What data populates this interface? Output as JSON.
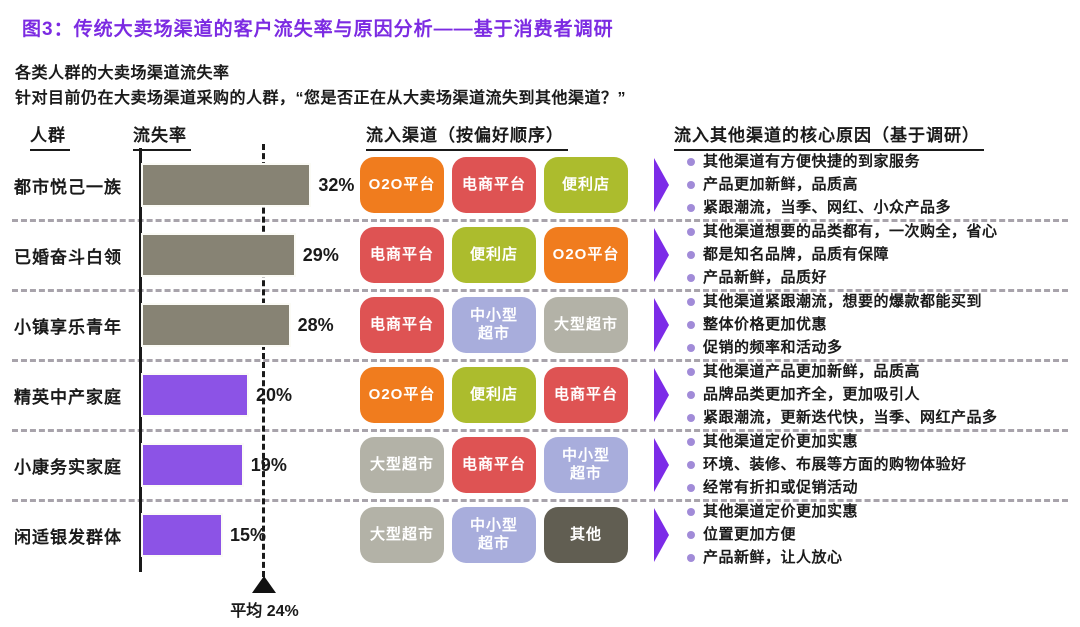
{
  "title": "图3：传统大卖场渠道的客户流失率与原因分析——基于消费者调研",
  "subtitle": {
    "line1": "各类人群的大卖场渠道流失率",
    "line2": "针对目前仍在大卖场渠道采购的人群，“您是否正在从大卖场渠道流失到其他渠道？”"
  },
  "columns": {
    "people": "人群",
    "rate": "流失率",
    "channels": "流入渠道（按偏好顺序）",
    "reasons": "流入其他渠道的核心原因（基于调研）"
  },
  "average": {
    "label": "平均 24%",
    "value_pct": 24
  },
  "colors": {
    "title": "#7C2BE2",
    "bar_gray": "#878374",
    "bar_purple": "#8C53E6",
    "arrow": "#7C2BE8",
    "bullet": "#A18BD8",
    "separator": "#A8A3AB",
    "channel_o2o": "#F07C1E",
    "channel_ecom": "#DE5353",
    "channel_cvs": "#ACBC2D",
    "channel_small_super": "#A8ADDC",
    "channel_big_super": "#B3B2A7",
    "channel_other": "#615E52"
  },
  "chart_data": {
    "type": "bar",
    "orientation": "horizontal",
    "title": "各类人群的大卖场渠道流失率",
    "categories": [
      "都市悦己一族",
      "已婚奋斗白领",
      "小镇享乐青年",
      "精英中产家庭",
      "小康务实家庭",
      "闲适银发群体"
    ],
    "values": [
      32,
      29,
      28,
      20,
      19,
      15
    ],
    "value_labels": [
      "32%",
      "29%",
      "28%",
      "20%",
      "19%",
      "15%"
    ],
    "bar_color_groups": [
      "gray",
      "gray",
      "gray",
      "purple",
      "purple",
      "purple"
    ],
    "average": {
      "value": 24,
      "label": "平均 24%"
    },
    "xlim": [
      0,
      40
    ],
    "grid": false,
    "legend": false
  },
  "rows": [
    {
      "label": "都市悦己一族",
      "rate": "32%",
      "rate_pct": 32,
      "bar": "gray",
      "channels": [
        {
          "label": "O2O平台",
          "color": "o2o"
        },
        {
          "label": "电商平台",
          "color": "ecom"
        },
        {
          "label": "便利店",
          "color": "cvs"
        }
      ],
      "reasons": [
        "其他渠道有方便快捷的到家服务",
        "产品更加新鲜，品质高",
        "紧跟潮流，当季、网红、小众产品多"
      ]
    },
    {
      "label": "已婚奋斗白领",
      "rate": "29%",
      "rate_pct": 29,
      "bar": "gray",
      "channels": [
        {
          "label": "电商平台",
          "color": "ecom"
        },
        {
          "label": "便利店",
          "color": "cvs"
        },
        {
          "label": "O2O平台",
          "color": "o2o"
        }
      ],
      "reasons": [
        "其他渠道想要的品类都有，一次购全，省心",
        "都是知名品牌，品质有保障",
        "产品新鲜，品质好"
      ]
    },
    {
      "label": "小镇享乐青年",
      "rate": "28%",
      "rate_pct": 28,
      "bar": "gray",
      "channels": [
        {
          "label": "电商平台",
          "color": "ecom"
        },
        {
          "label": "中小型\n超市",
          "color": "small_super"
        },
        {
          "label": "大型超市",
          "color": "big_super"
        }
      ],
      "reasons": [
        "其他渠道紧跟潮流，想要的爆款都能买到",
        "整体价格更加优惠",
        "促销的频率和活动多"
      ]
    },
    {
      "label": "精英中产家庭",
      "rate": "20%",
      "rate_pct": 20,
      "bar": "purple",
      "channels": [
        {
          "label": "O2O平台",
          "color": "o2o"
        },
        {
          "label": "便利店",
          "color": "cvs"
        },
        {
          "label": "电商平台",
          "color": "ecom"
        }
      ],
      "reasons": [
        "其他渠道产品更加新鲜，品质高",
        "品牌品类更加齐全，更加吸引人",
        "紧跟潮流，更新迭代快，当季、网红产品多"
      ]
    },
    {
      "label": "小康务实家庭",
      "rate": "19%",
      "rate_pct": 19,
      "bar": "purple",
      "channels": [
        {
          "label": "大型超市",
          "color": "big_super"
        },
        {
          "label": "电商平台",
          "color": "ecom"
        },
        {
          "label": "中小型\n超市",
          "color": "small_super"
        }
      ],
      "reasons": [
        "其他渠道定价更加实惠",
        "环境、装修、布展等方面的购物体验好",
        "经常有折扣或促销活动"
      ]
    },
    {
      "label": "闲适银发群体",
      "rate": "15%",
      "rate_pct": 15,
      "bar": "purple",
      "channels": [
        {
          "label": "大型超市",
          "color": "big_super"
        },
        {
          "label": "中小型\n超市",
          "color": "small_super"
        },
        {
          "label": "其他",
          "color": "other"
        }
      ],
      "reasons": [
        "其他渠道定价更加实惠",
        "位置更加方便",
        "产品新鲜，让人放心"
      ]
    }
  ]
}
